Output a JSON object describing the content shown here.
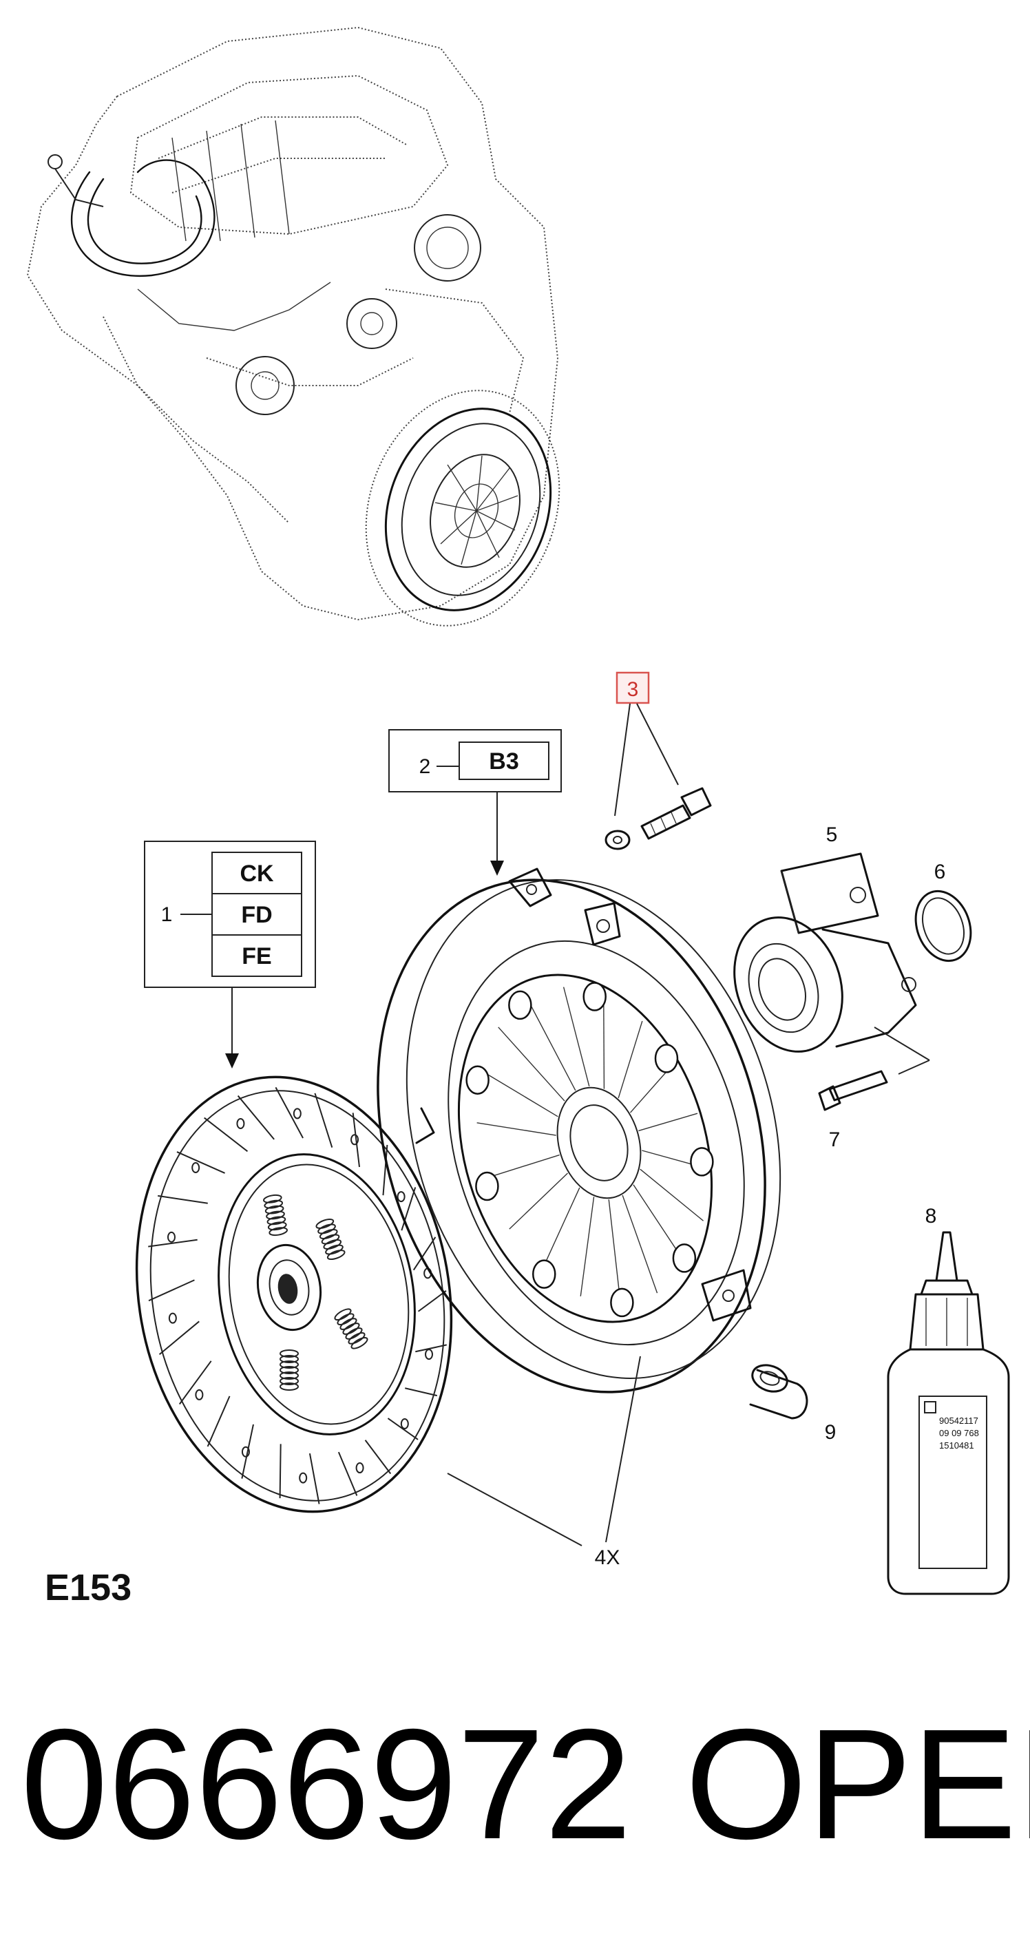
{
  "diagram": {
    "section_code": "E153",
    "callouts": {
      "c1": "1",
      "c2": "2",
      "c3": "3",
      "c4": "4X",
      "c5": "5",
      "c6": "6",
      "c7": "7",
      "c8": "8",
      "c9": "9"
    },
    "disc_codes": [
      "CK",
      "FD",
      "FE"
    ],
    "pressure_plate_code": "B3",
    "bottle_label_lines": [
      "90542117",
      "09 09 768",
      "1510481"
    ],
    "highlight_color": "#d9534f"
  },
  "footer": {
    "part_number": "0666972",
    "brand": "OPEL"
  }
}
